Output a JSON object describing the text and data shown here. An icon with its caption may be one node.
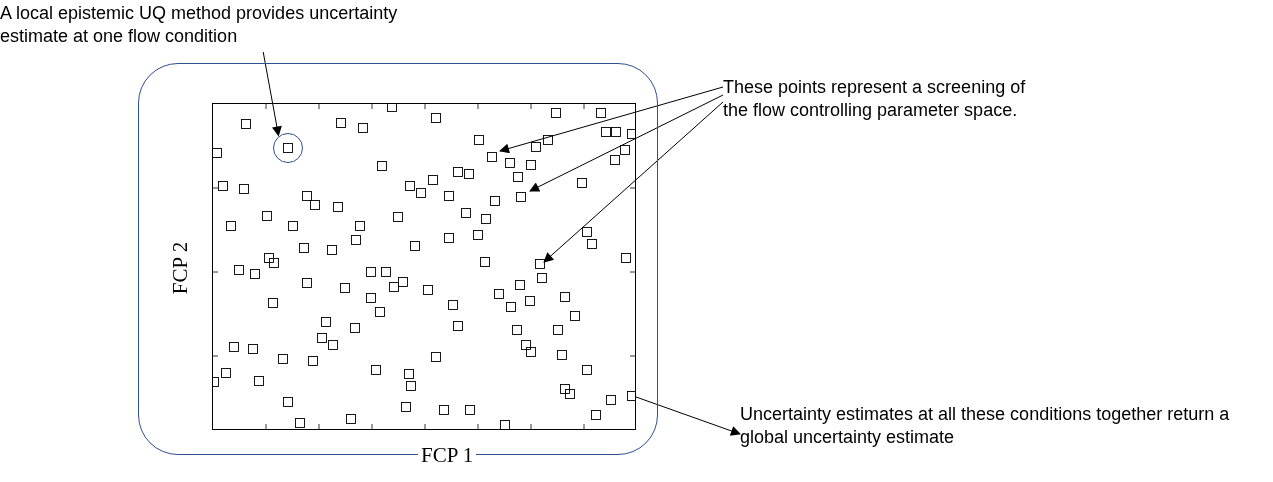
{
  "diagram": {
    "nodes": [
      {
        "text": [
          "A local epistemic UQ method provides uncertainty estimate at one flow condition"
        ]
      },
      {
        "text": [
          "These points represent a screening of the flow controlling parameter space."
        ]
      },
      {
        "text": [],
        "shape": "box"
      },
      {
        "text": [],
        "shape": "box",
        "in": 2
      },
      {
        "text": [],
        "shape": "circle",
        "in": 3
      },
      {
        "text": [
          "Uncertainty estimates at all these conditions together return a global uncertainty estimate"
        ]
      }
    ],
    "edges": [
      {
        "from": 0,
        "to": 4,
        "arrow": "to"
      },
      {
        "from": 1,
        "to": null,
        "arrow": "to"
      },
      {
        "from": 1,
        "to": null,
        "arrow": "to"
      },
      {
        "from": 1,
        "to": null,
        "arrow": "to"
      },
      {
        "from": 3,
        "to": 5,
        "arrow": "to"
      }
    ],
    "labels": [
      "FCP 2",
      "FCP 1"
    ]
  }
}
